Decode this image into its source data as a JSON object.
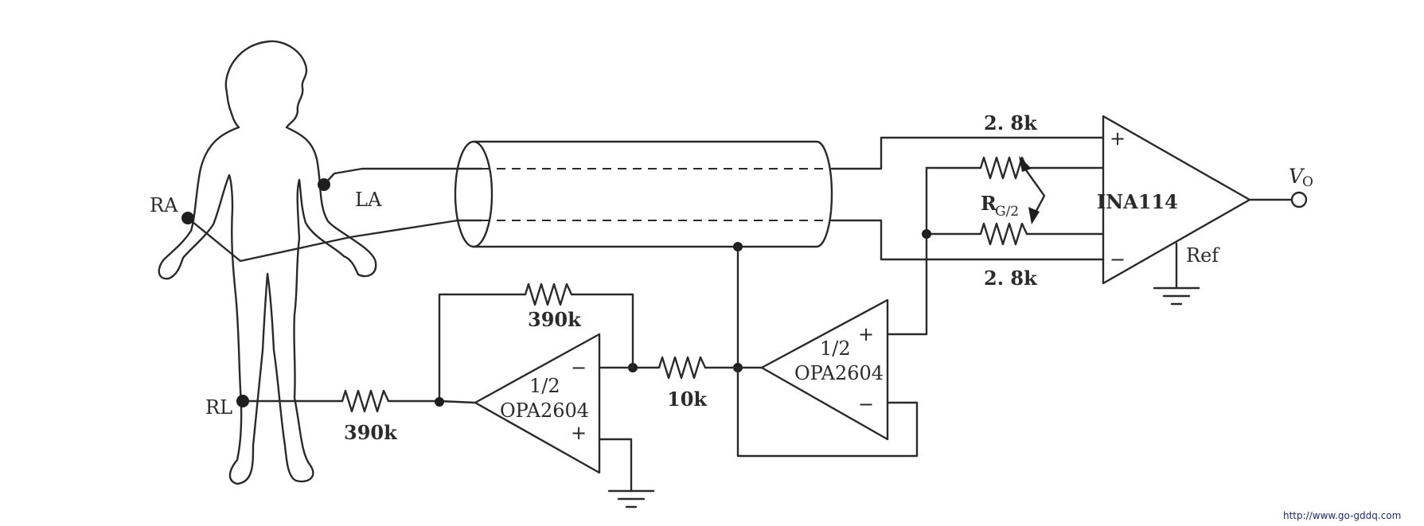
{
  "electrodes": {
    "right_arm": "RA",
    "left_arm": "LA",
    "right_leg": "RL"
  },
  "components": {
    "r_top": "2. 8k",
    "r_bottom": "2. 8k",
    "rg_main": "R",
    "rg_sub": "G/2",
    "r_feedback": "390k",
    "r_input": "390k",
    "r_10k": "10k"
  },
  "amplifiers": {
    "ina": {
      "name": "INA114",
      "ref": "Ref",
      "plus": "+",
      "minus": "−"
    },
    "opamp_left": {
      "line1": "1/2",
      "line2": "OPA2604",
      "plus": "+",
      "minus": "−"
    },
    "opamp_right": {
      "line1": "1/2",
      "line2": "OPA2604",
      "plus": "+",
      "minus": "−"
    }
  },
  "output": {
    "main": "V",
    "sub": "O"
  },
  "watermark": "http://www.go-gddq.com"
}
